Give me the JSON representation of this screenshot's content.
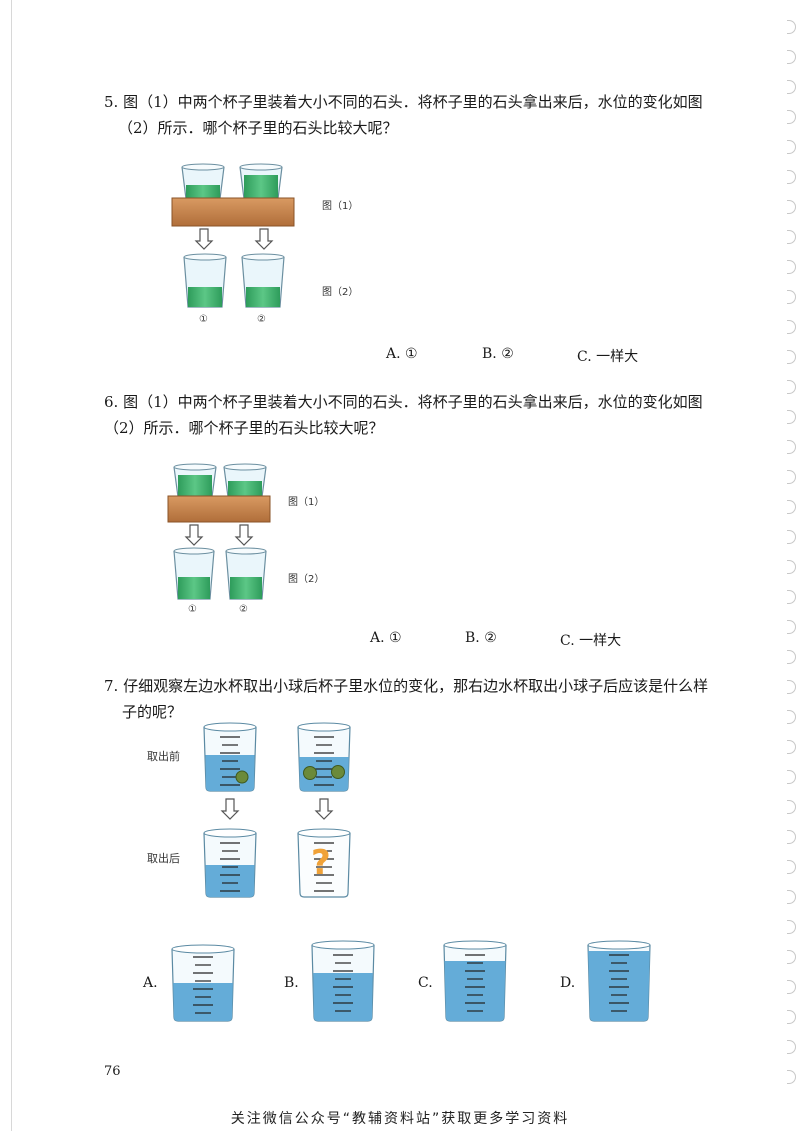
{
  "q5": {
    "number": "5.",
    "text_line1": "图（1）中两个杯子里装着大小不同的石头．将杯子里的石头拿出来后，水位的变化如图",
    "text_line2": "（2）所示．哪个杯子里的石头比较大呢？",
    "fig1_label": "图（1）",
    "fig2_label": "图（2）",
    "cup1_label": "①",
    "cup2_label": "②",
    "opt_a": "A. ①",
    "opt_b": "B. ②",
    "opt_c": "C. 一样大"
  },
  "q6": {
    "number": "6.",
    "text_line1": "图（1）中两个杯子里装着大小不同的石头．将杯子里的石头拿出来后，水位的变化如图",
    "text_line2": "（2）所示．哪个杯子里的石头比较大呢？",
    "fig1_label": "图（1）",
    "fig2_label": "图（2）",
    "cup1_label": "①",
    "cup2_label": "②",
    "opt_a": "A. ①",
    "opt_b": "B. ②",
    "opt_c": "C. 一样大"
  },
  "q7": {
    "number": "7.",
    "text_line1": "仔细观察左边水杯取出小球后杯子里水位的变化，那右边水杯取出小球子后应该是什么样",
    "text_line2": "子的呢？",
    "before_label": "取出前",
    "after_label": "取出后",
    "question_mark": "?",
    "opt_a": "A.",
    "opt_b": "B.",
    "opt_c": "C.",
    "opt_d": "D."
  },
  "page_number": "76",
  "footer": "关注微信公众号“教辅资料站”获取更多学习资料",
  "colors": {
    "green_water": "#3fae6a",
    "blue_water": "#5fa9d6",
    "wood": "#c8814a",
    "question_orange": "#f0a238"
  }
}
